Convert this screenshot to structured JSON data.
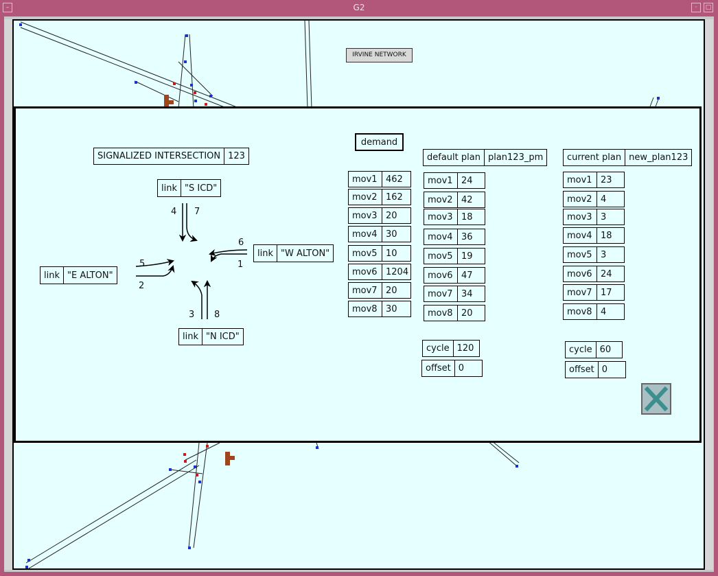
{
  "window": {
    "title": "G2"
  },
  "network": {
    "label": "IRVINE NETWORK"
  },
  "intersection": {
    "title_label": "SIGNALIZED INTERSECTION",
    "id": "123",
    "links": {
      "north": {
        "label": "link",
        "name": "\"S ICD\""
      },
      "east": {
        "label": "link",
        "name": "\"W ALTON\""
      },
      "west": {
        "label": "link",
        "name": "\"E ALTON\""
      },
      "south": {
        "label": "link",
        "name": "\"N ICD\""
      }
    },
    "movement_numbers": {
      "n_left": "4",
      "n_right": "7",
      "e_top": "6",
      "e_bottom": "1",
      "w_top": "5",
      "w_bottom": "2",
      "s_left": "3",
      "s_right": "8"
    }
  },
  "demand": {
    "button_label": "demand",
    "rows": [
      {
        "mov": "mov1",
        "val": "462"
      },
      {
        "mov": "mov2",
        "val": "162"
      },
      {
        "mov": "mov3",
        "val": "20"
      },
      {
        "mov": "mov4",
        "val": "30"
      },
      {
        "mov": "mov5",
        "val": "10"
      },
      {
        "mov": "mov6",
        "val": "1204"
      },
      {
        "mov": "mov7",
        "val": "20"
      },
      {
        "mov": "mov8",
        "val": "30"
      }
    ]
  },
  "default_plan": {
    "label": "default plan",
    "name": "plan123_pm",
    "rows": [
      {
        "mov": "mov1",
        "val": "24"
      },
      {
        "mov": "mov2",
        "val": "42"
      },
      {
        "mov": "mov3",
        "val": "18"
      },
      {
        "mov": "mov4",
        "val": "36"
      },
      {
        "mov": "mov5",
        "val": "19"
      },
      {
        "mov": "mov6",
        "val": "47"
      },
      {
        "mov": "mov7",
        "val": "34"
      },
      {
        "mov": "mov8",
        "val": "20"
      }
    ],
    "cycle_label": "cycle",
    "cycle": "120",
    "offset_label": "offset",
    "offset": "0"
  },
  "current_plan": {
    "label": "current plan",
    "name": "new_plan123",
    "rows": [
      {
        "mov": "mov1",
        "val": "23"
      },
      {
        "mov": "mov2",
        "val": "4"
      },
      {
        "mov": "mov3",
        "val": "3"
      },
      {
        "mov": "mov4",
        "val": "18"
      },
      {
        "mov": "mov5",
        "val": "3"
      },
      {
        "mov": "mov6",
        "val": "24"
      },
      {
        "mov": "mov7",
        "val": "17"
      },
      {
        "mov": "mov8",
        "val": "4"
      }
    ],
    "cycle_label": "cycle",
    "cycle": "60",
    "offset_label": "offset",
    "offset": "0"
  },
  "icons": {
    "close": "close-x-icon",
    "minimize": "minimize-icon",
    "maximize": "maximize-icon"
  }
}
